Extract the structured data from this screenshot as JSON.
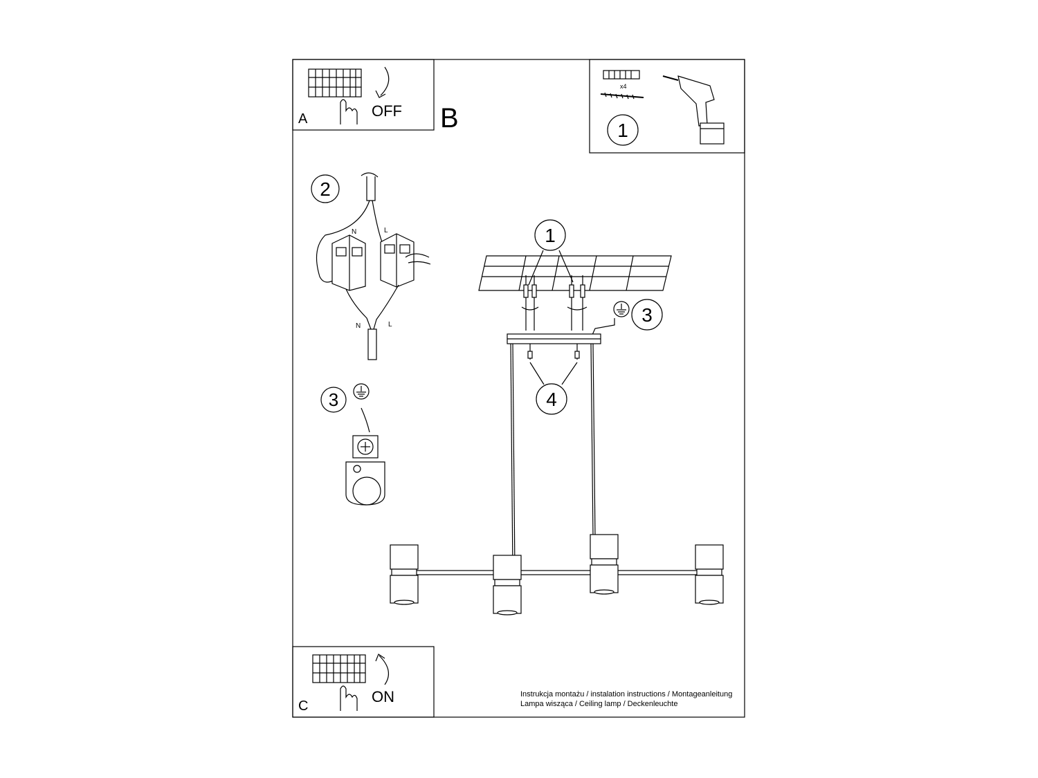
{
  "panels": {
    "a": {
      "letter": "A",
      "switch_label": "OFF"
    },
    "b": {
      "letter": "B"
    },
    "c": {
      "letter": "C",
      "switch_label": "ON"
    }
  },
  "tools_panel": {
    "step": "1",
    "quantity": "x4"
  },
  "steps": {
    "wiring": {
      "step": "2",
      "top_n": "N",
      "top_l": "L",
      "bottom_n": "N",
      "bottom_l": "L"
    },
    "ground": {
      "step": "3"
    }
  },
  "main_diagram": {
    "mount_step": "1",
    "ground_step": "3",
    "screw_step": "4"
  },
  "footer": {
    "line1": "Instrukcja montażu / instalation instructions / Montageanleitung",
    "line2": "Lampa wisząca / Ceiling lamp / Deckenleuchte"
  }
}
